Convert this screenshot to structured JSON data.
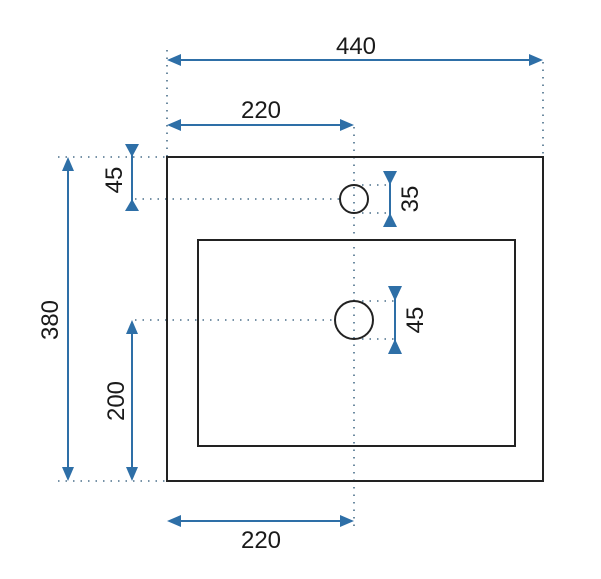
{
  "diagram": {
    "title": "Washbasin dimension drawing",
    "dimensions": {
      "total_width": "440",
      "tap_hole_offset_top": "220",
      "tap_hole_from_edge": "45",
      "tap_hole_diameter": "35",
      "total_depth": "380",
      "drain_diameter": "45",
      "drain_from_front": "200",
      "drain_offset_bottom": "220"
    },
    "colors": {
      "dimension": "#2e6fa7",
      "outline": "#222222"
    }
  }
}
